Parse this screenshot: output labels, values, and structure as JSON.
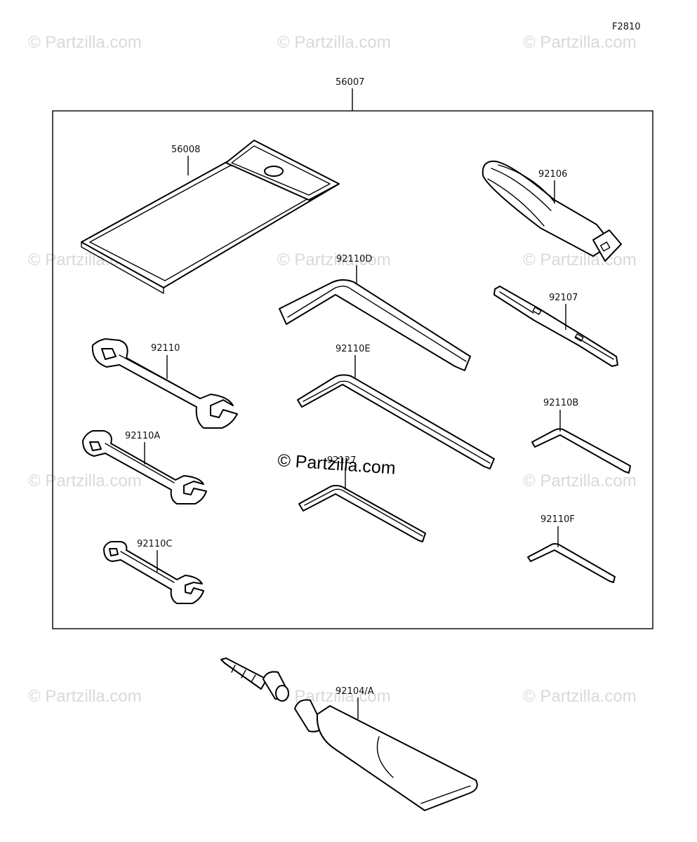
{
  "diagram": {
    "figure_code": "F2810",
    "kit_label": "56007",
    "watermark_text": "© Partzilla.com",
    "parts": [
      {
        "id": "56008"
      },
      {
        "id": "92106"
      },
      {
        "id": "92110D"
      },
      {
        "id": "92107"
      },
      {
        "id": "92110"
      },
      {
        "id": "92110E"
      },
      {
        "id": "92110B"
      },
      {
        "id": "92110A"
      },
      {
        "id": "92127"
      },
      {
        "id": "92110F"
      },
      {
        "id": "92110C"
      },
      {
        "id": "92104/A"
      }
    ]
  }
}
